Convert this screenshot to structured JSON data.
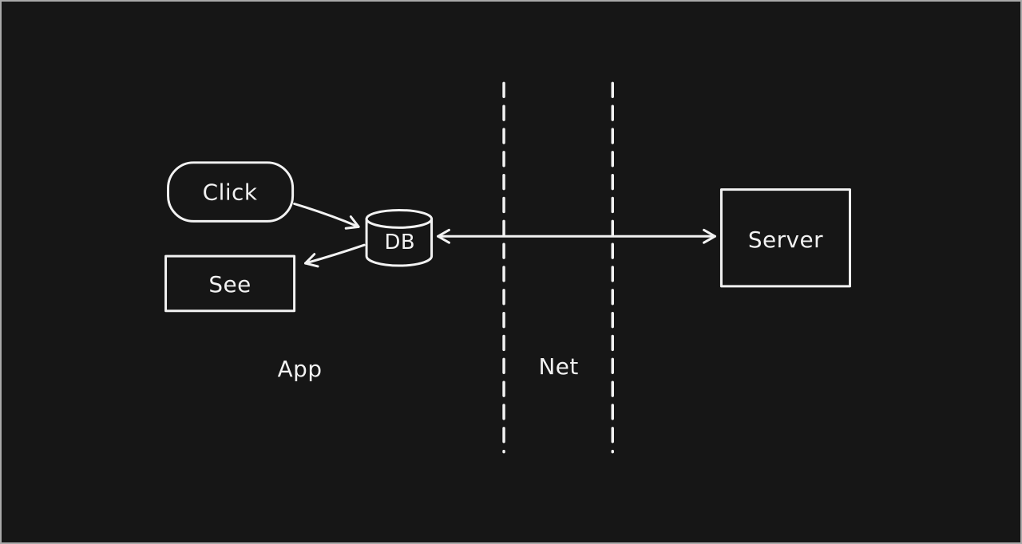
{
  "diagram": {
    "nodes": {
      "click": {
        "label": "Click",
        "shape": "rounded-rectangle"
      },
      "db": {
        "label": "DB",
        "shape": "cylinder"
      },
      "see": {
        "label": "See",
        "shape": "rectangle"
      },
      "server": {
        "label": "Server",
        "shape": "rectangle"
      }
    },
    "regions": {
      "app": {
        "label": "App"
      },
      "net": {
        "label": "Net"
      }
    },
    "connections": [
      {
        "from": "Click",
        "to": "DB",
        "arrow": "one-way"
      },
      {
        "from": "DB",
        "to": "See",
        "arrow": "one-way"
      },
      {
        "from": "DB",
        "to": "Server",
        "arrow": "two-way"
      }
    ],
    "colors": {
      "background": "#161616",
      "stroke": "#f2f2f2",
      "frame": "#a9a9a9"
    }
  }
}
